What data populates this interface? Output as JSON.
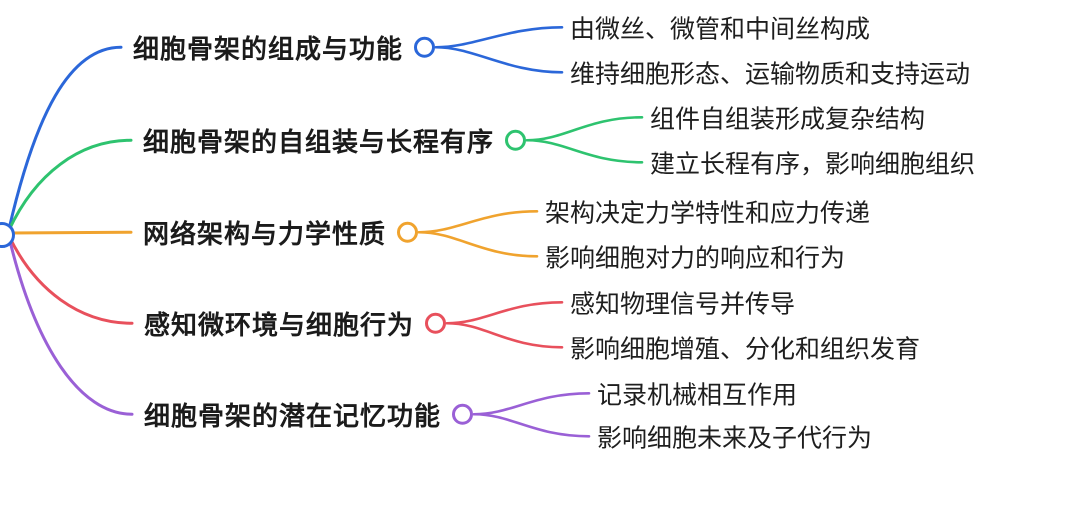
{
  "mindmap": {
    "background": "#FFFFFF",
    "text_color": "#1B1B1B",
    "root": {
      "color": "#2B67D9"
    },
    "branches": [
      {
        "label": "细胞骨架的组成与功能",
        "color": "#2B67D9",
        "children": [
          "由微丝、微管和中间丝构成",
          "维持细胞形态、运输物质和支持运动"
        ]
      },
      {
        "label": "细胞骨架的自组装与长程有序",
        "color": "#2EC36F",
        "children": [
          "组件自组装形成复杂结构",
          "建立长程有序，影响细胞组织"
        ]
      },
      {
        "label": "网络架构与力学性质",
        "color": "#F0A32E",
        "children": [
          "架构决定力学特性和应力传递",
          "影响细胞对力的响应和行为"
        ]
      },
      {
        "label": "感知微环境与细胞行为",
        "color": "#E8505C",
        "children": [
          "感知物理信号并传导",
          "影响细胞增殖、分化和组织发育"
        ]
      },
      {
        "label": "细胞骨架的潜在记忆功能",
        "color": "#9A60D6",
        "children": [
          "记录机械相互作用",
          "影响细胞未来及子代行为"
        ]
      }
    ]
  }
}
